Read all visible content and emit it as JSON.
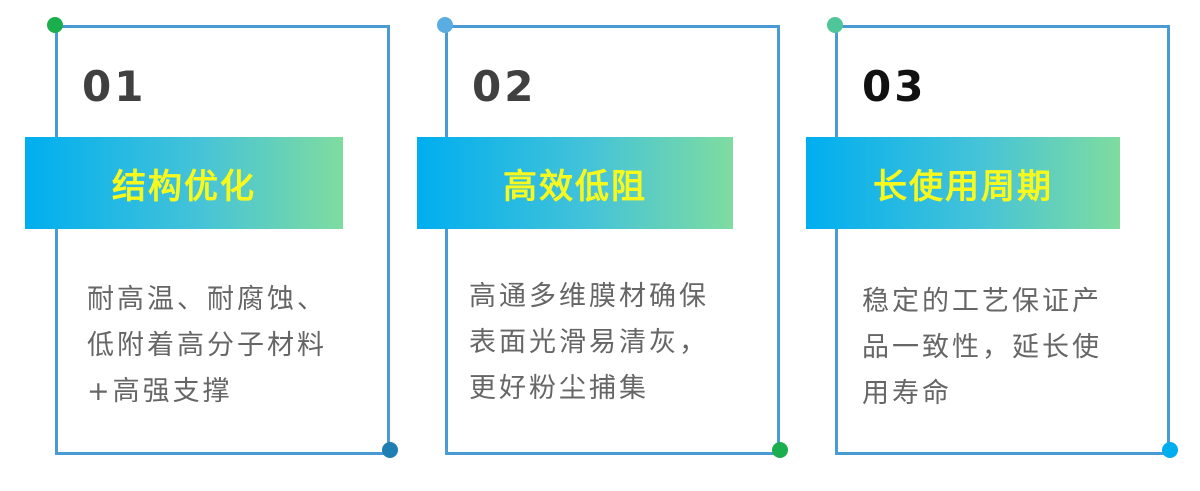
{
  "colors": {
    "border": "#4a9bd4",
    "banner_gradient": [
      "#00aeef",
      "#45c3d8",
      "#7fdca0"
    ],
    "banner_text": "#f7f91e",
    "number_text": "#404040",
    "description_text": "#666666"
  },
  "cards": [
    {
      "number": "01",
      "title": "结构优化",
      "lines": [
        "耐高温、耐腐蚀、",
        "低附着高分子材料",
        "+高强支撑"
      ],
      "dot_colors": [
        "#1aaf4c",
        "#1f7fb2"
      ]
    },
    {
      "number": "02",
      "title": "高效低阻",
      "lines": [
        "高通多维膜材确保",
        "表面光滑易清灰，",
        "更好粉尘捕集"
      ],
      "dot_colors": [
        "#5aade0",
        "#1aaf4c"
      ]
    },
    {
      "number": "03",
      "title": "长使用周期",
      "lines": [
        "稳定的工艺保证产",
        "品一致性，延长使",
        "用寿命"
      ],
      "dot_colors": [
        "#4fc59a",
        "#00aeef"
      ]
    }
  ]
}
